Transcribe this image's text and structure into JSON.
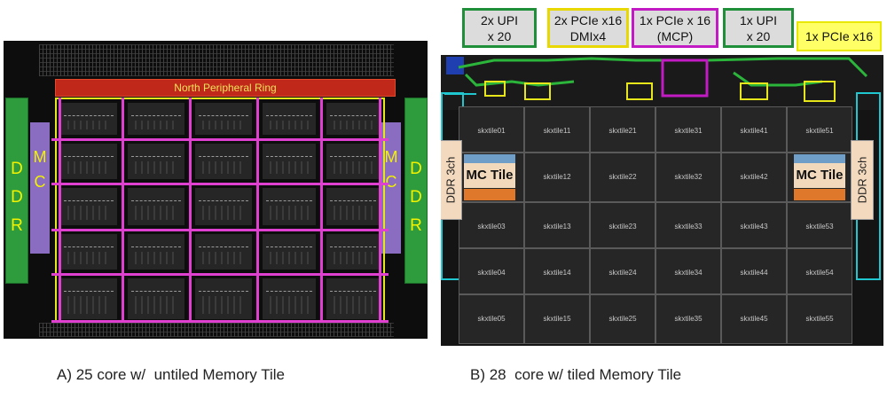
{
  "panel_a": {
    "north_ring_label": "North Peripheral Ring",
    "ddr_letters": [
      "D",
      "D",
      "R"
    ],
    "mc_letters": [
      "M",
      "C"
    ],
    "caption": "A) 25 core w/  untiled Memory Tile"
  },
  "panel_b": {
    "header_boxes": [
      {
        "line1": "2x UPI",
        "line2": "x 20",
        "style": "green"
      },
      {
        "line1": "2x PCIe x16",
        "line2": "DMIx4",
        "style": "yellow"
      },
      {
        "line1": "1x PCIe x 16",
        "line2": "(MCP)",
        "style": "magenta"
      },
      {
        "line1": "1x UPI",
        "line2": "x 20",
        "style": "green"
      },
      {
        "line1": "1x PCIe x16",
        "line2": "",
        "style": "yellow-flat"
      }
    ],
    "mc_tile_label": "MC Tile",
    "ddr_label": "DDR 3ch",
    "tiles": [
      [
        "skxtile01",
        "skxtile11",
        "skxtile21",
        "skxtile31",
        "skxtile41",
        "skxtile51"
      ],
      [
        "",
        "skxtile12",
        "skxtile22",
        "skxtile32",
        "skxtile42",
        ""
      ],
      [
        "skxtile03",
        "skxtile13",
        "skxtile23",
        "skxtile33",
        "skxtile43",
        "skxtile53"
      ],
      [
        "skxtile04",
        "skxtile14",
        "skxtile24",
        "skxtile34",
        "skxtile44",
        "skxtile54"
      ],
      [
        "skxtile05",
        "skxtile15",
        "skxtile25",
        "skxtile35",
        "skxtile45",
        "skxtile55"
      ]
    ],
    "caption": "B) 28  core w/ tiled Memory Tile"
  },
  "colors": {
    "ring_red": "#c0281a",
    "mesh_pink": "#e040d0",
    "outline_yellow": "#e6e61a",
    "ddr_green": "#2e9c3c",
    "mc_purple": "#8a6dc0",
    "cyan": "#1fc8d0"
  }
}
